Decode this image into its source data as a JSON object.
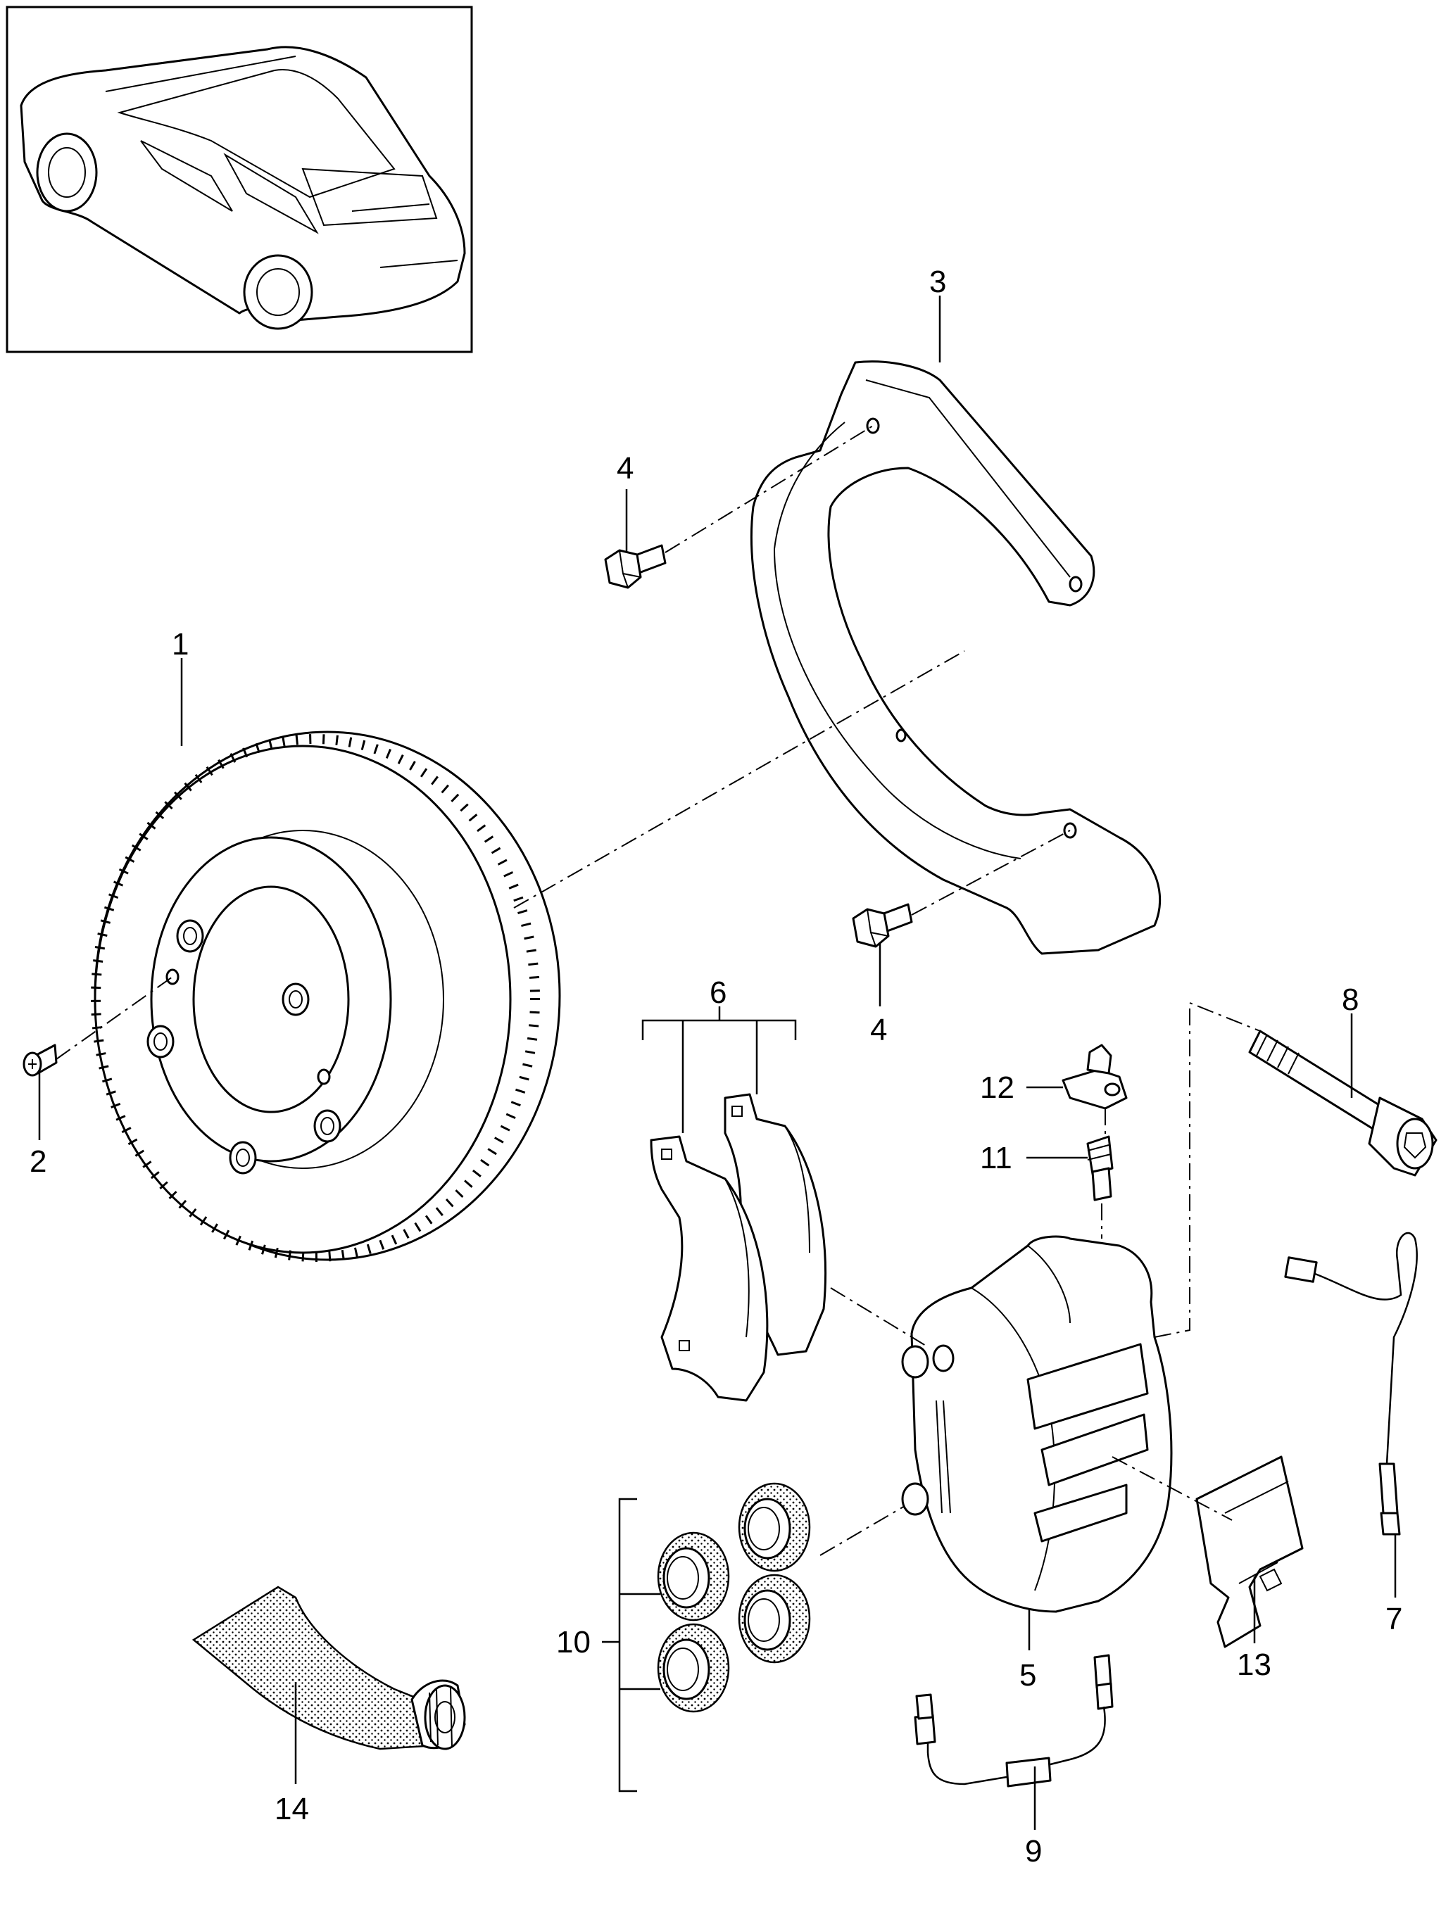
{
  "callouts": {
    "c1": "1",
    "c2": "2",
    "c3": "3",
    "c4a": "4",
    "c4b": "4",
    "c5": "5",
    "c6": "6",
    "c7": "7",
    "c8": "8",
    "c9": "9",
    "c10": "10",
    "c11": "11",
    "c12": "12",
    "c13": "13",
    "c14": "14"
  },
  "colors": {
    "line": "#000000",
    "background": "#ffffff"
  }
}
